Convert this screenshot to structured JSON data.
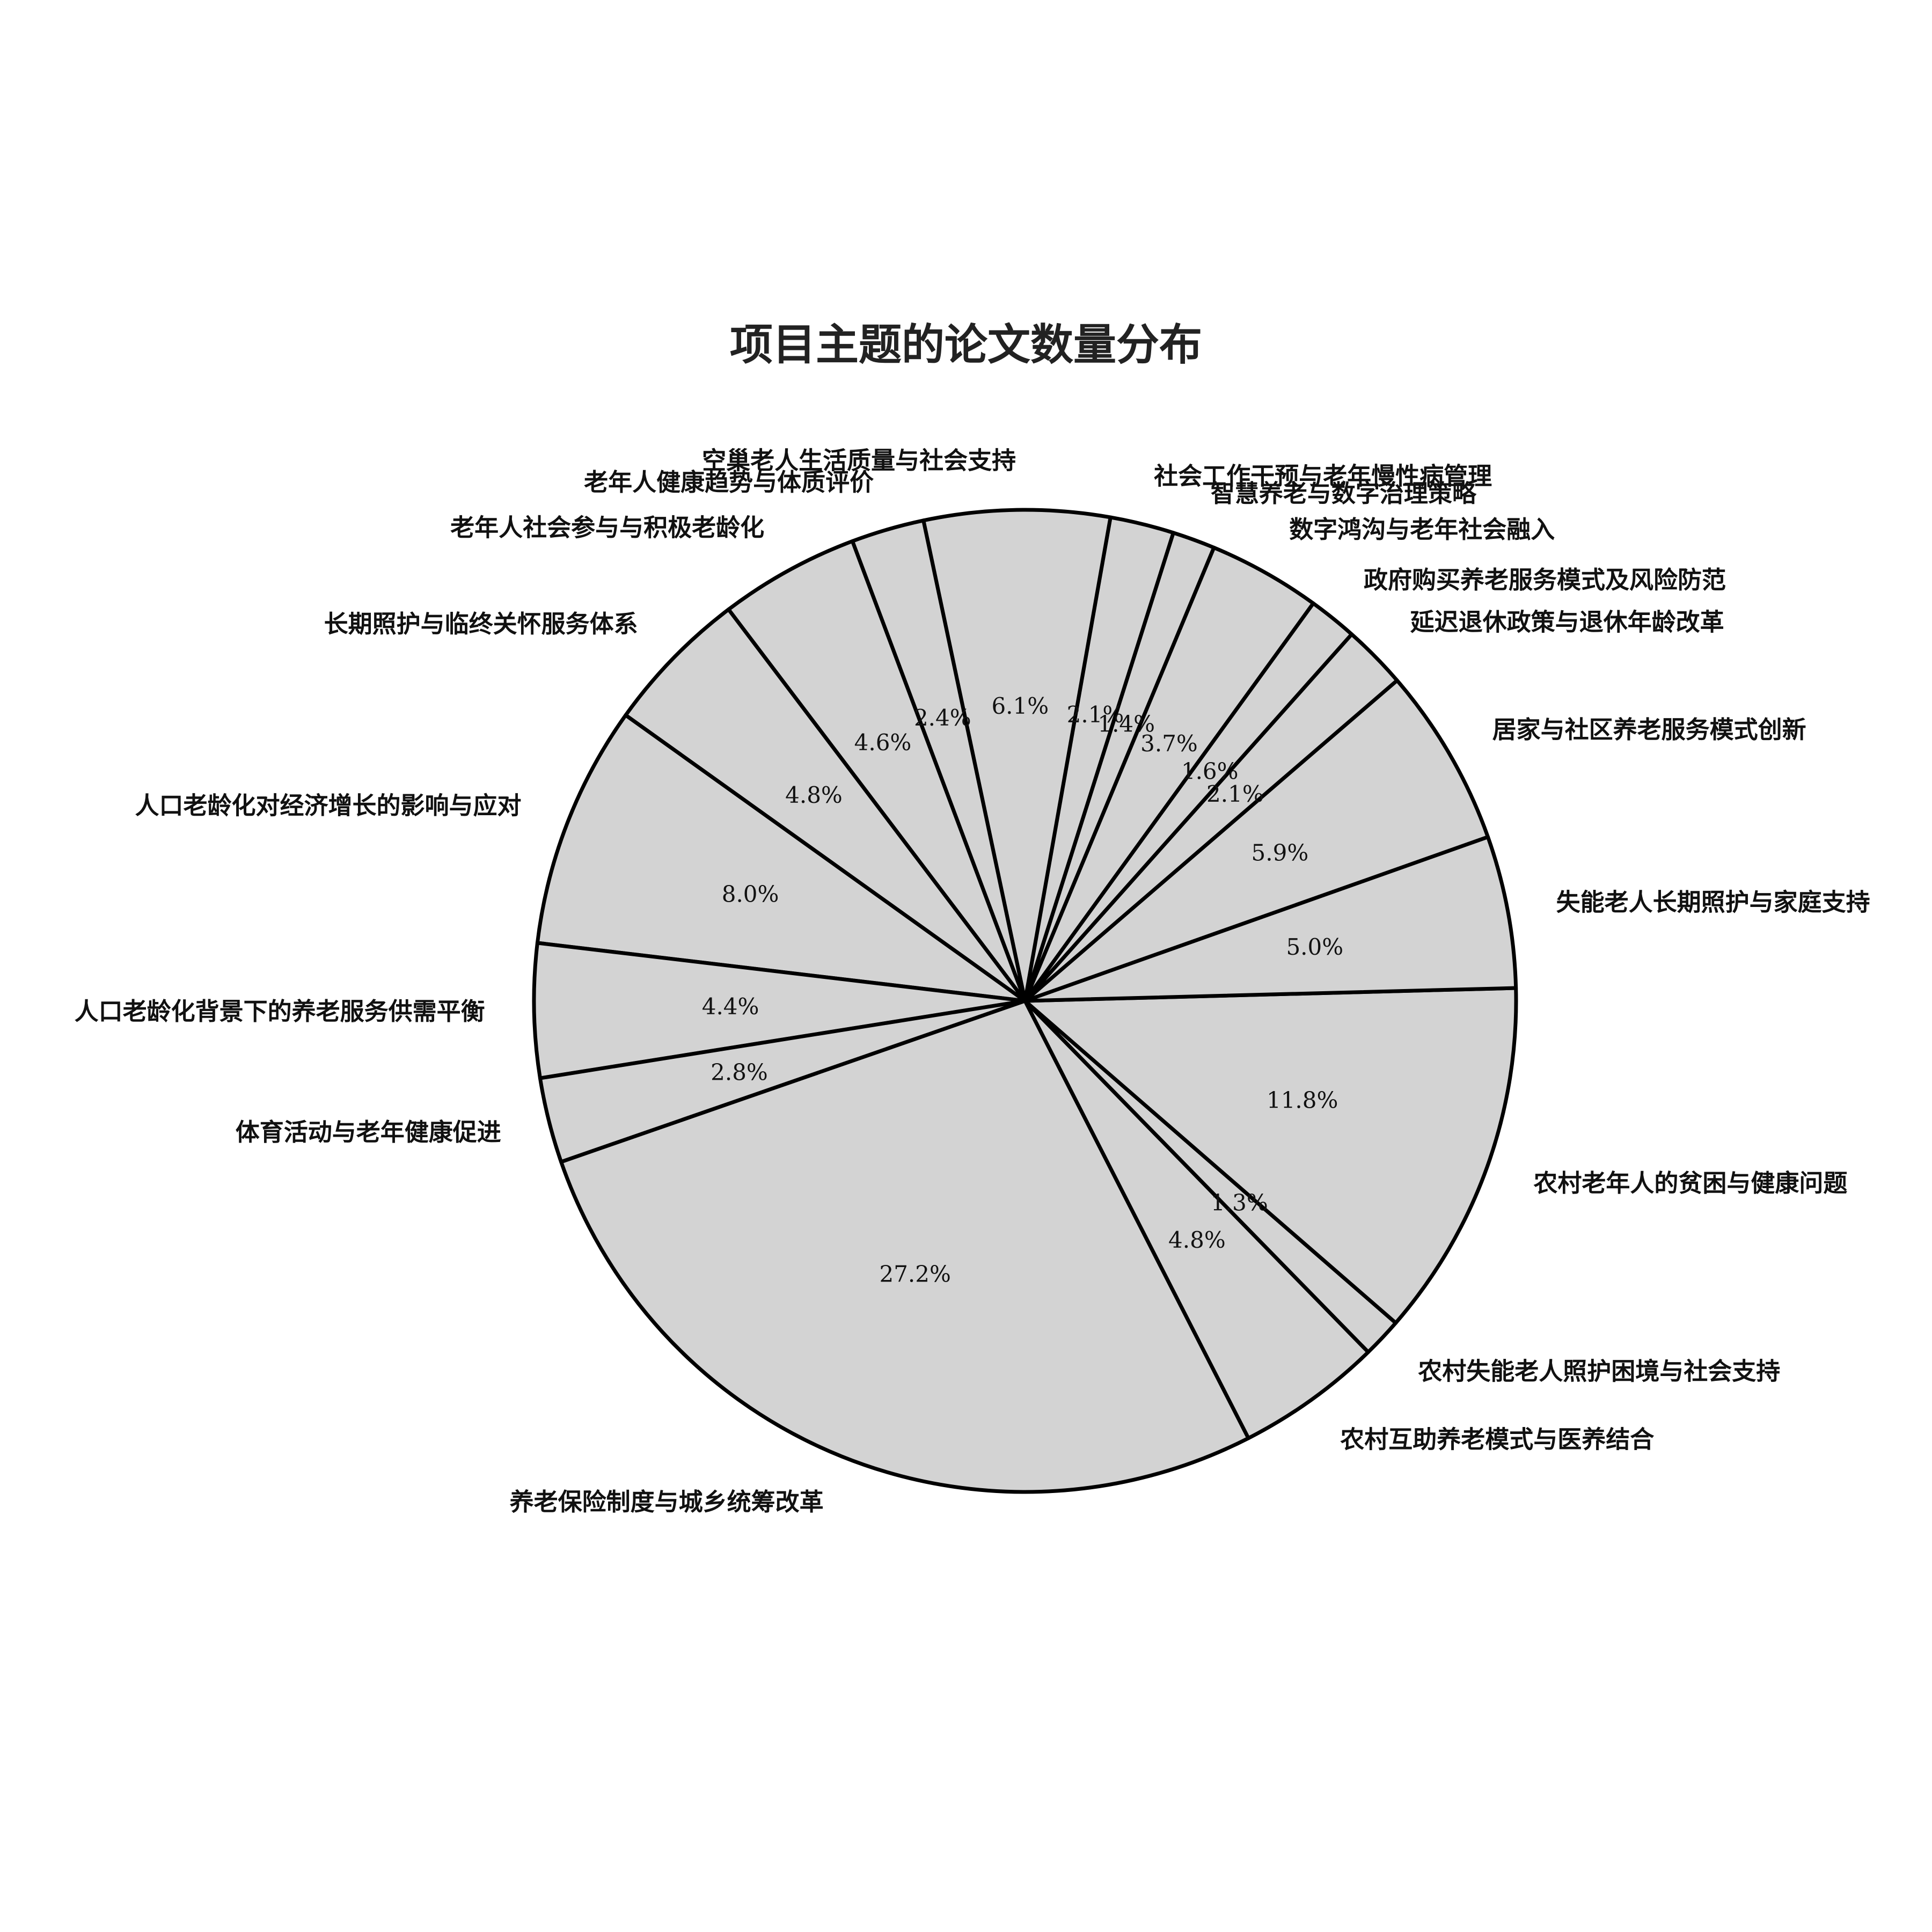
{
  "chart_data": {
    "type": "pie",
    "title": "项目主题的论文数量分布",
    "slice_color": "#d3d3d3",
    "edge_color": "#000000",
    "direction": "counterclockwise",
    "slices": [
      {
        "label": "居家与社区养老服务模式创新",
        "value": 5.9,
        "pct": "5.9%"
      },
      {
        "label": "延迟退休政策与退休年龄改革",
        "value": 2.1,
        "pct": "2.1%"
      },
      {
        "label": "政府购买养老服务模式及风险防范",
        "value": 1.6,
        "pct": "1.6%"
      },
      {
        "label": "数字鸿沟与老年社会融入",
        "value": 3.7,
        "pct": "3.7%"
      },
      {
        "label": "智慧养老与数字治理策略",
        "value": 1.4,
        "pct": "1.4%"
      },
      {
        "label": "社会工作干预与老年慢性病管理",
        "value": 2.1,
        "pct": "2.1%"
      },
      {
        "label": "空巢老人生活质量与社会支持",
        "value": 6.1,
        "pct": "6.1%"
      },
      {
        "label": "老年人健康趋势与体质评价",
        "value": 2.4,
        "pct": "2.4%"
      },
      {
        "label": "老年人社会参与与积极老龄化",
        "value": 4.6,
        "pct": "4.6%"
      },
      {
        "label": "长期照护与临终关怀服务体系",
        "value": 4.8,
        "pct": "4.8%"
      },
      {
        "label": "人口老龄化对经济增长的影响与应对",
        "value": 8.0,
        "pct": "8.0%"
      },
      {
        "label": "人口老龄化背景下的养老服务供需平衡",
        "value": 4.4,
        "pct": "4.4%"
      },
      {
        "label": "体育活动与老年健康促进",
        "value": 2.8,
        "pct": "2.8%"
      },
      {
        "label": "养老保险制度与城乡统筹改革",
        "value": 27.2,
        "pct": "27.2%"
      },
      {
        "label": "农村互助养老模式与医养结合",
        "value": 4.8,
        "pct": "4.8%"
      },
      {
        "label": "农村失能老人照护困境与社会支持",
        "value": 1.3,
        "pct": "1.3%"
      },
      {
        "label": "农村老年人的贫困与健康问题",
        "value": 11.8,
        "pct": "11.8%"
      },
      {
        "label": "失能老人长期照护与家庭支持",
        "value": 5.0,
        "pct": "5.0%"
      }
    ]
  }
}
